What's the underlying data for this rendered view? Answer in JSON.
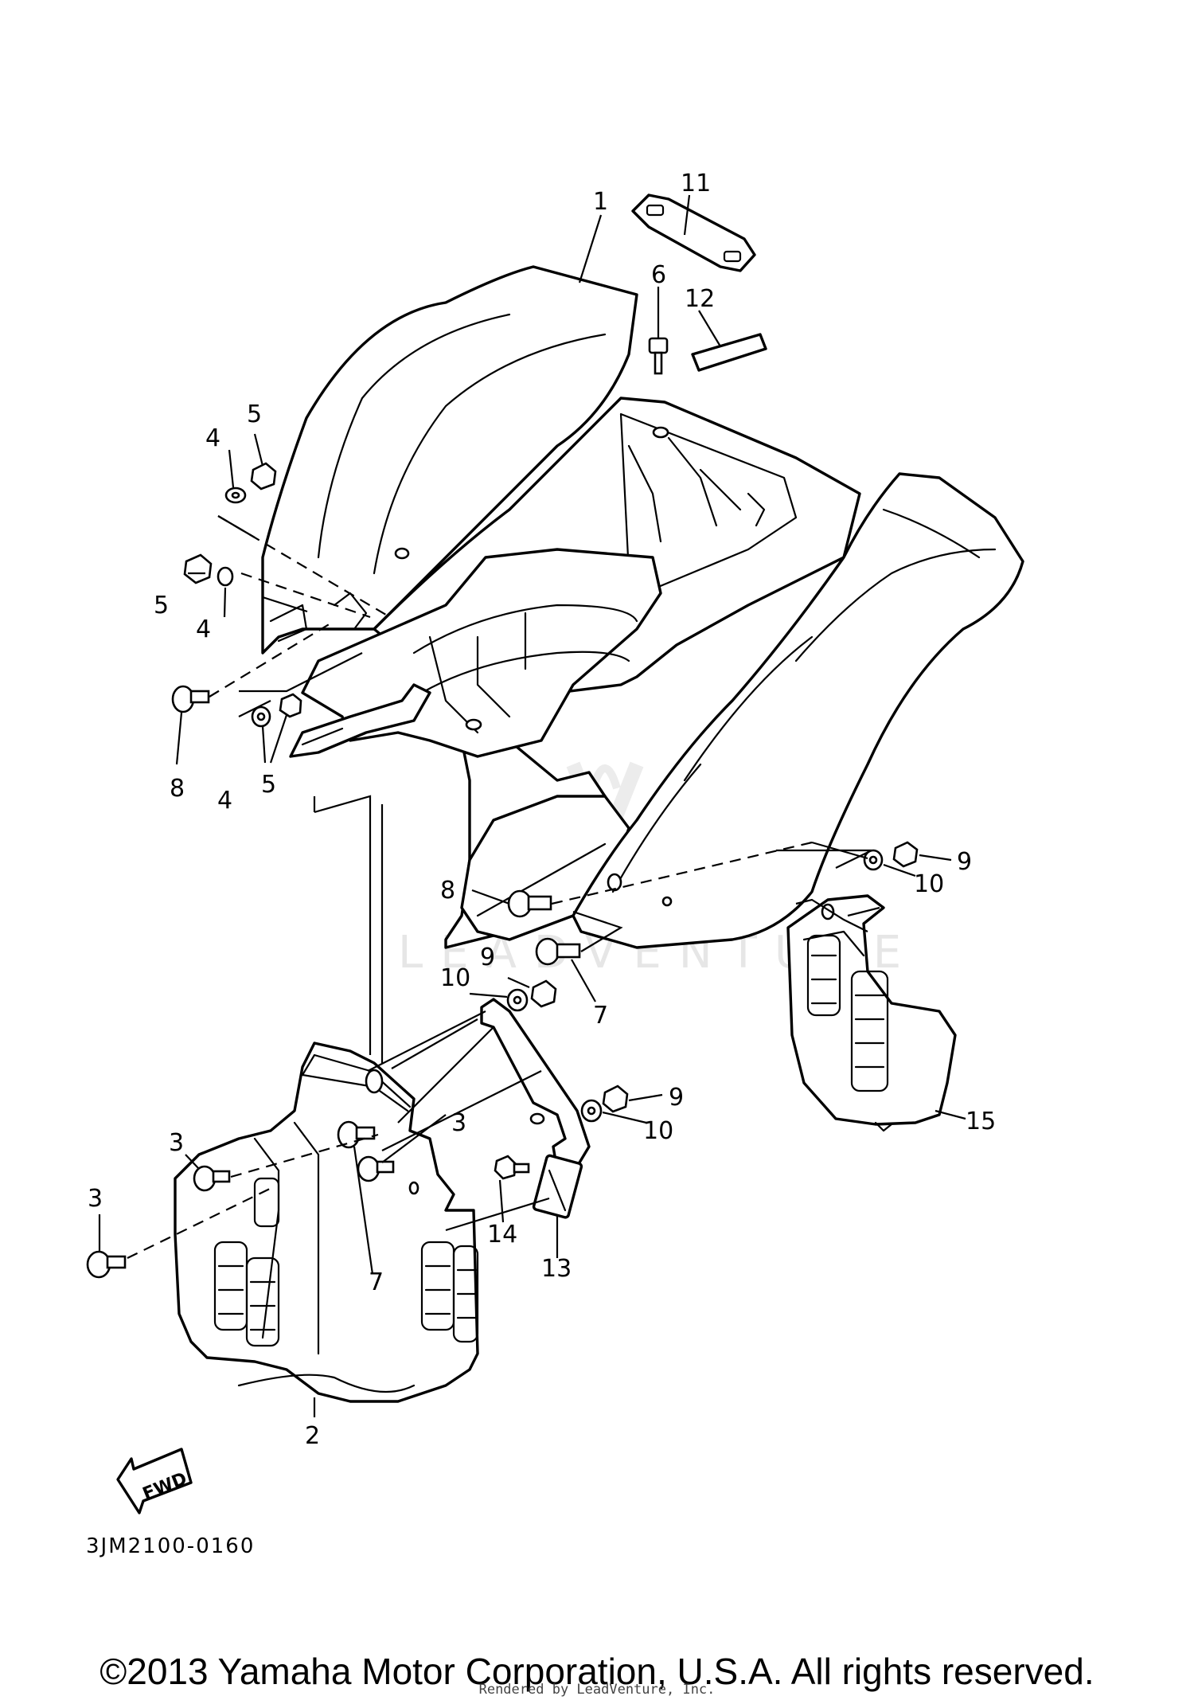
{
  "diagram": {
    "callouts": {
      "c1": "1",
      "c2": "2",
      "c3a": "3",
      "c3b": "3",
      "c3c": "3",
      "c4a": "4",
      "c4b": "4",
      "c4c": "4",
      "c5a": "5",
      "c5b": "5",
      "c5c": "5",
      "c6": "6",
      "c7a": "7",
      "c7b": "7",
      "c8a": "8",
      "c8b": "8",
      "c9a": "9",
      "c9b": "9",
      "c9c": "9",
      "c10a": "10",
      "c10b": "10",
      "c10c": "10",
      "c11": "11",
      "c12": "12",
      "c13": "13",
      "c14": "14",
      "c15": "15"
    },
    "fwd_label": "FWD",
    "drawing_code": "3JM2100-0160",
    "watermark": "LEADVENTURE"
  },
  "footer": {
    "copyright": "©2013 Yamaha Motor Corporation, U.S.A. All rights reserved.",
    "rendered_by": "Rendered by LeadVenture, Inc."
  }
}
